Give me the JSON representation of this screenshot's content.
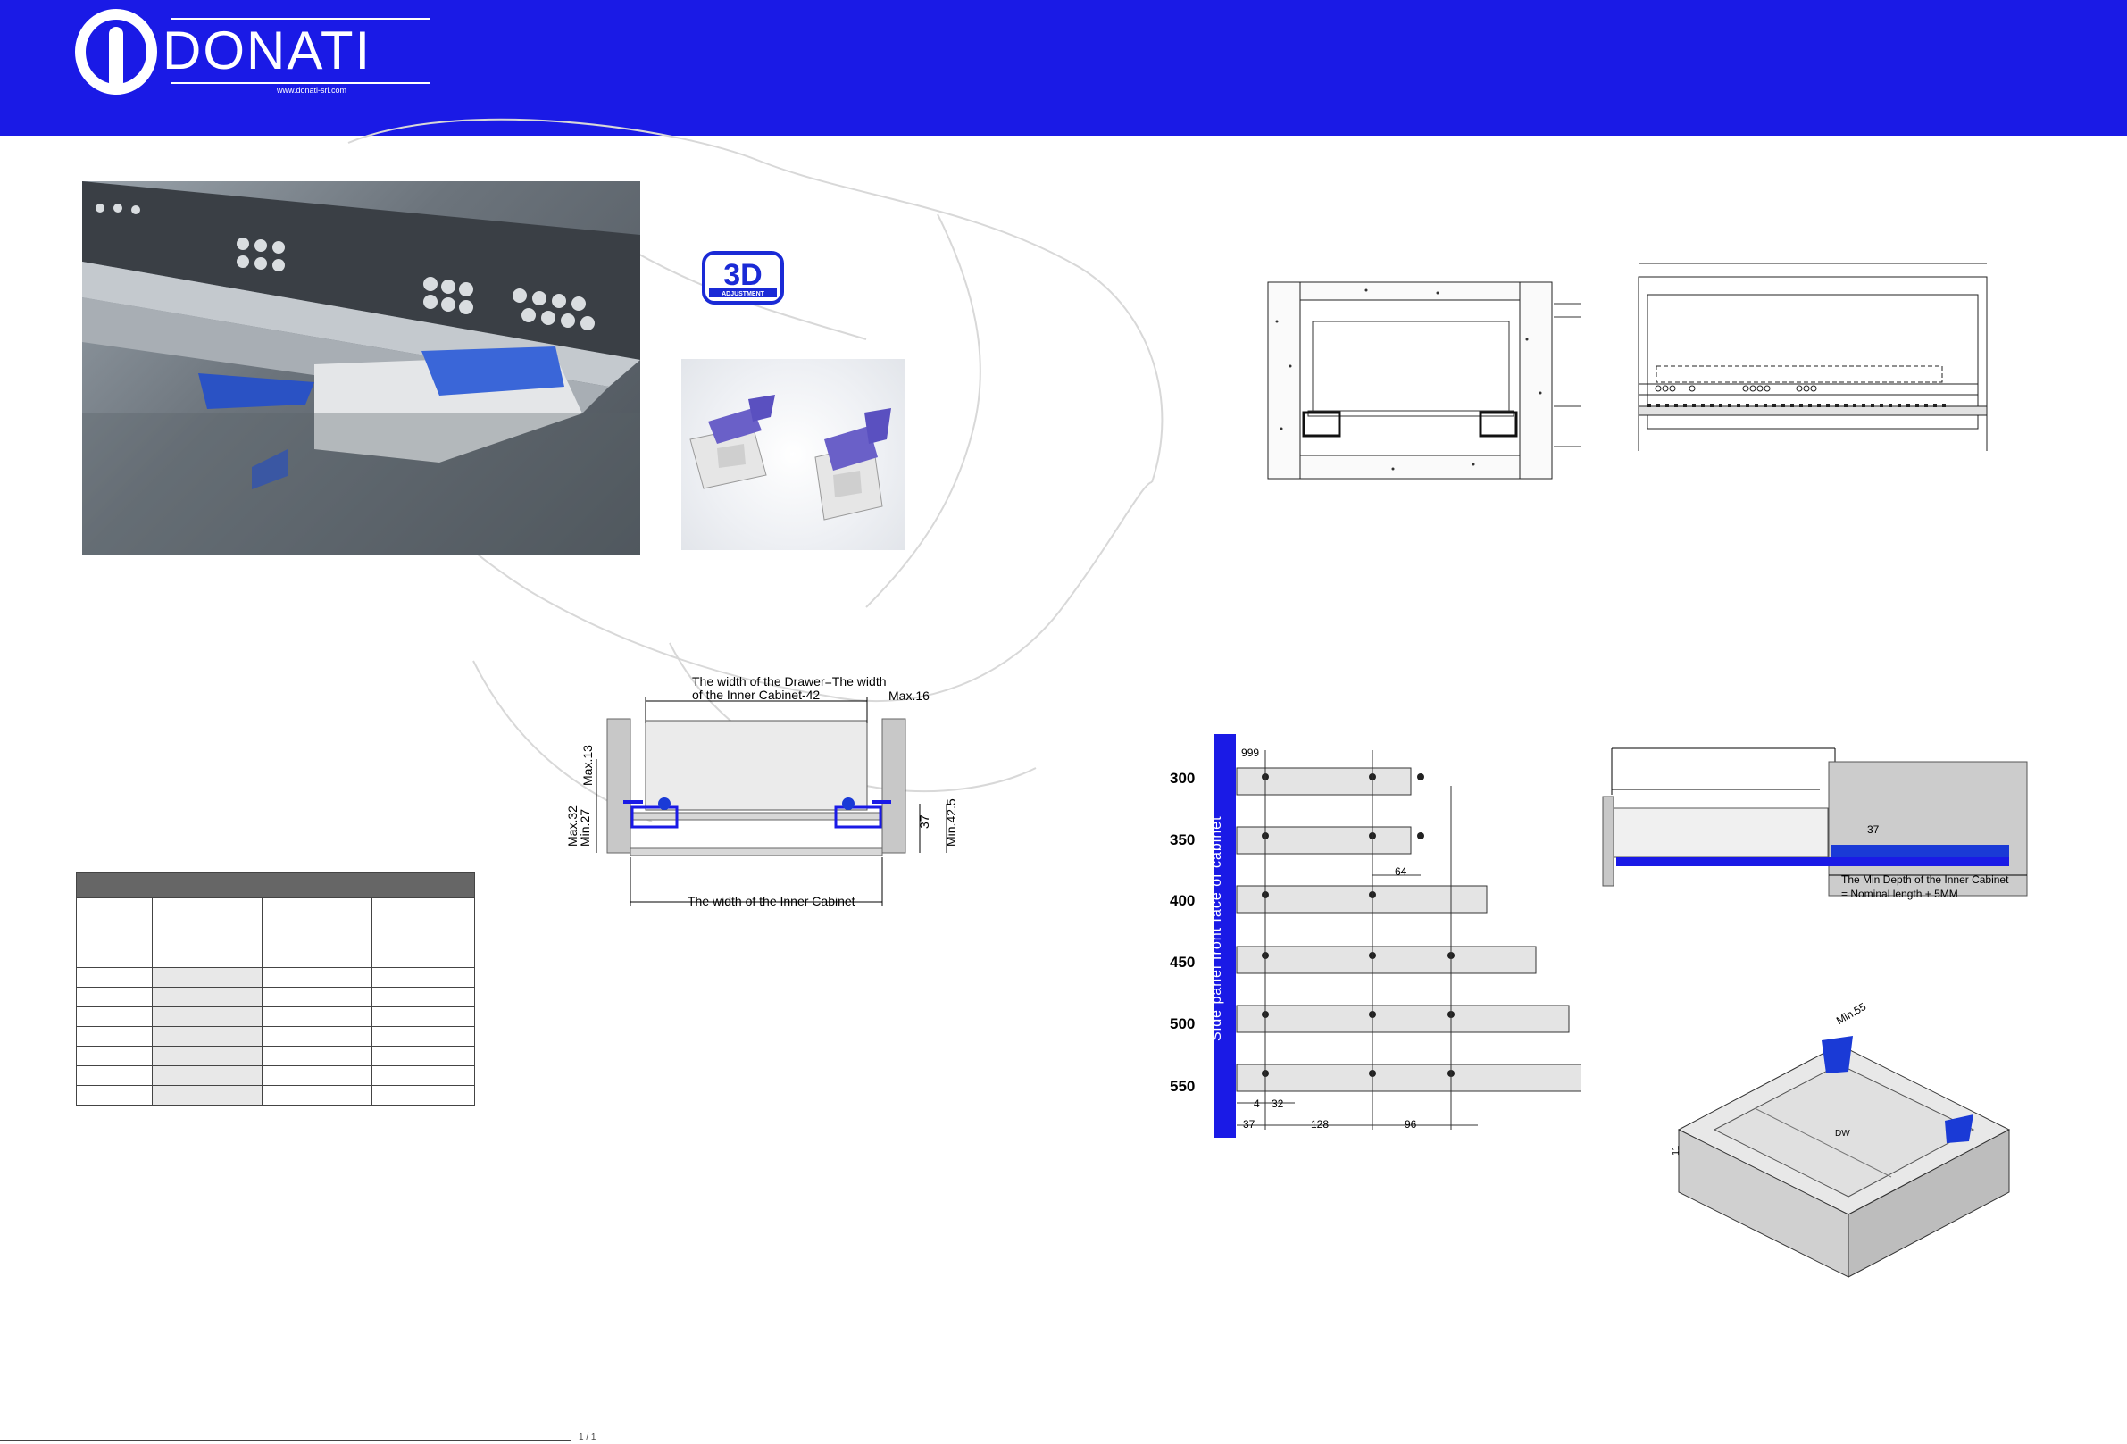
{
  "brand": {
    "name": "DONATI",
    "url": "www.donati-srl.com",
    "color": "#1a1ae6"
  },
  "badge": {
    "big": "3D",
    "small": "ADJUSTMENT",
    "icon": "3d-adjustment-badge"
  },
  "width_diagram": {
    "drawer_width_text_1": "The width of the Drawer=The width",
    "drawer_width_text_2": "of the Inner Cabinet-42",
    "max16": "Max.16",
    "max13": "Max.13",
    "max32": "Max.32",
    "min27": "Min.27",
    "d37": "37",
    "min425": "Min.42.5",
    "inner_cabinet": "The width of the Inner Cabinet"
  },
  "hole_pattern": {
    "side_panel_label": "Side panel front face of cabinet",
    "sizes": [
      "300",
      "350",
      "400",
      "450",
      "500",
      "550"
    ],
    "top_dims": [
      "9",
      "9",
      "9"
    ],
    "d64": "64",
    "d4": "4",
    "d32": "32",
    "bottom_dims": [
      "37",
      "128",
      "96"
    ]
  },
  "depth_diagram": {
    "d37": "37",
    "note_1": "The Min Depth of the Inner Cabinet",
    "note_2": "= Nominal length + 5MM"
  },
  "iso_diagram": {
    "min55": "Min.55",
    "dw": "DW",
    "d11": "11"
  },
  "table": {
    "rows": 7
  },
  "footer": {
    "text": "1 / 1"
  }
}
